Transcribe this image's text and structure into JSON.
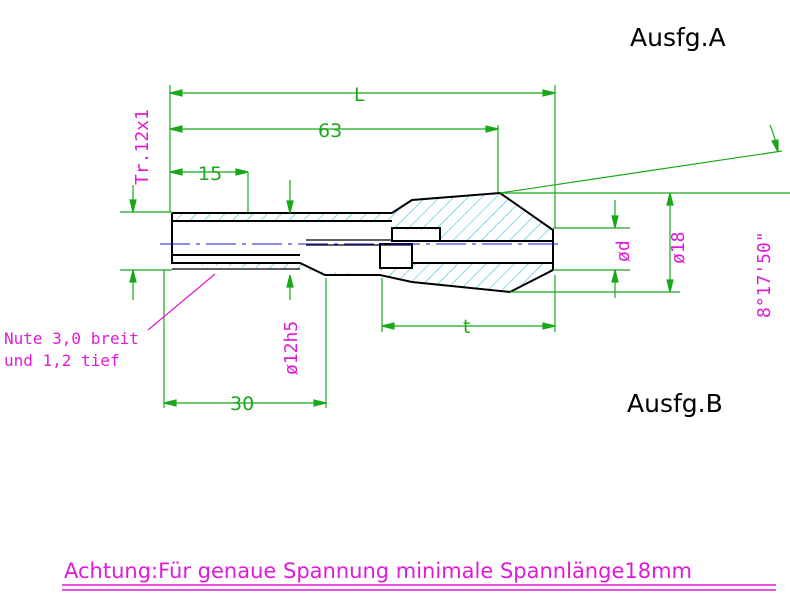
{
  "labels": {
    "variant_a": "Ausfg.A",
    "variant_b": "Ausfg.B"
  },
  "dimensions": {
    "overall_length": "L",
    "length_63": "63",
    "length_15": "15",
    "length_30": "30",
    "length_t": "t",
    "thread": "Tr.12x1",
    "diameter_12h5": "ø12h5",
    "diameter_d": "ød",
    "diameter_18": "ø18",
    "angle": "8°17'50\""
  },
  "notes": {
    "groove_line1": "Nute 3,0 breit",
    "groove_line2": "und 1,2 tief",
    "warning": "Achtung:Für genaue Spannung minimale Spannlänge18mm"
  },
  "colors": {
    "outline": "#000000",
    "dimension": "#1aa81a",
    "hatch": "#1ab4d2",
    "annotation": "#e01ad8",
    "centerline": "#1a1ad2"
  }
}
